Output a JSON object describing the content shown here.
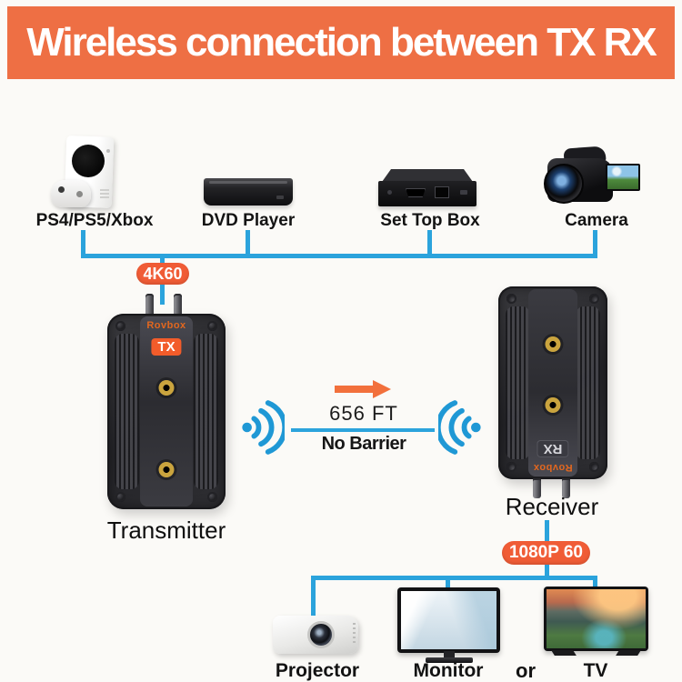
{
  "banner": {
    "title": "Wireless connection between TX RX",
    "bg_color": "#ee6f44"
  },
  "sources": {
    "items": [
      {
        "label": "PS4/PS5/Xbox",
        "icon": "game-console-icon"
      },
      {
        "label": "DVD Player",
        "icon": "dvd-player-icon"
      },
      {
        "label": "Set Top Box",
        "icon": "set-top-box-icon"
      },
      {
        "label": "Camera",
        "icon": "camcorder-icon"
      }
    ],
    "input_badge": "4K60"
  },
  "transmitter": {
    "brand": "Rovbox",
    "port_label": "TX",
    "caption": "Transmitter"
  },
  "link": {
    "distance": "656 FT",
    "condition": "No Barrier"
  },
  "receiver": {
    "brand": "Rovbox",
    "port_label": "RX",
    "caption": "Receiver",
    "output_badge": "1080P 60"
  },
  "outputs": {
    "items": [
      {
        "label": "Projector",
        "icon": "projector-icon"
      },
      {
        "label": "Monitor",
        "icon": "monitor-icon"
      },
      {
        "label": "TV",
        "icon": "tv-icon"
      }
    ],
    "conjunction": "or"
  },
  "colors": {
    "banner_orange": "#ee6f44",
    "badge_orange": "#f05c36",
    "connector_blue": "#2ba3dc",
    "wifi_blue": "#1f98d5",
    "arrow_orange": "#f2703c",
    "brand_orange": "#e2671f"
  }
}
